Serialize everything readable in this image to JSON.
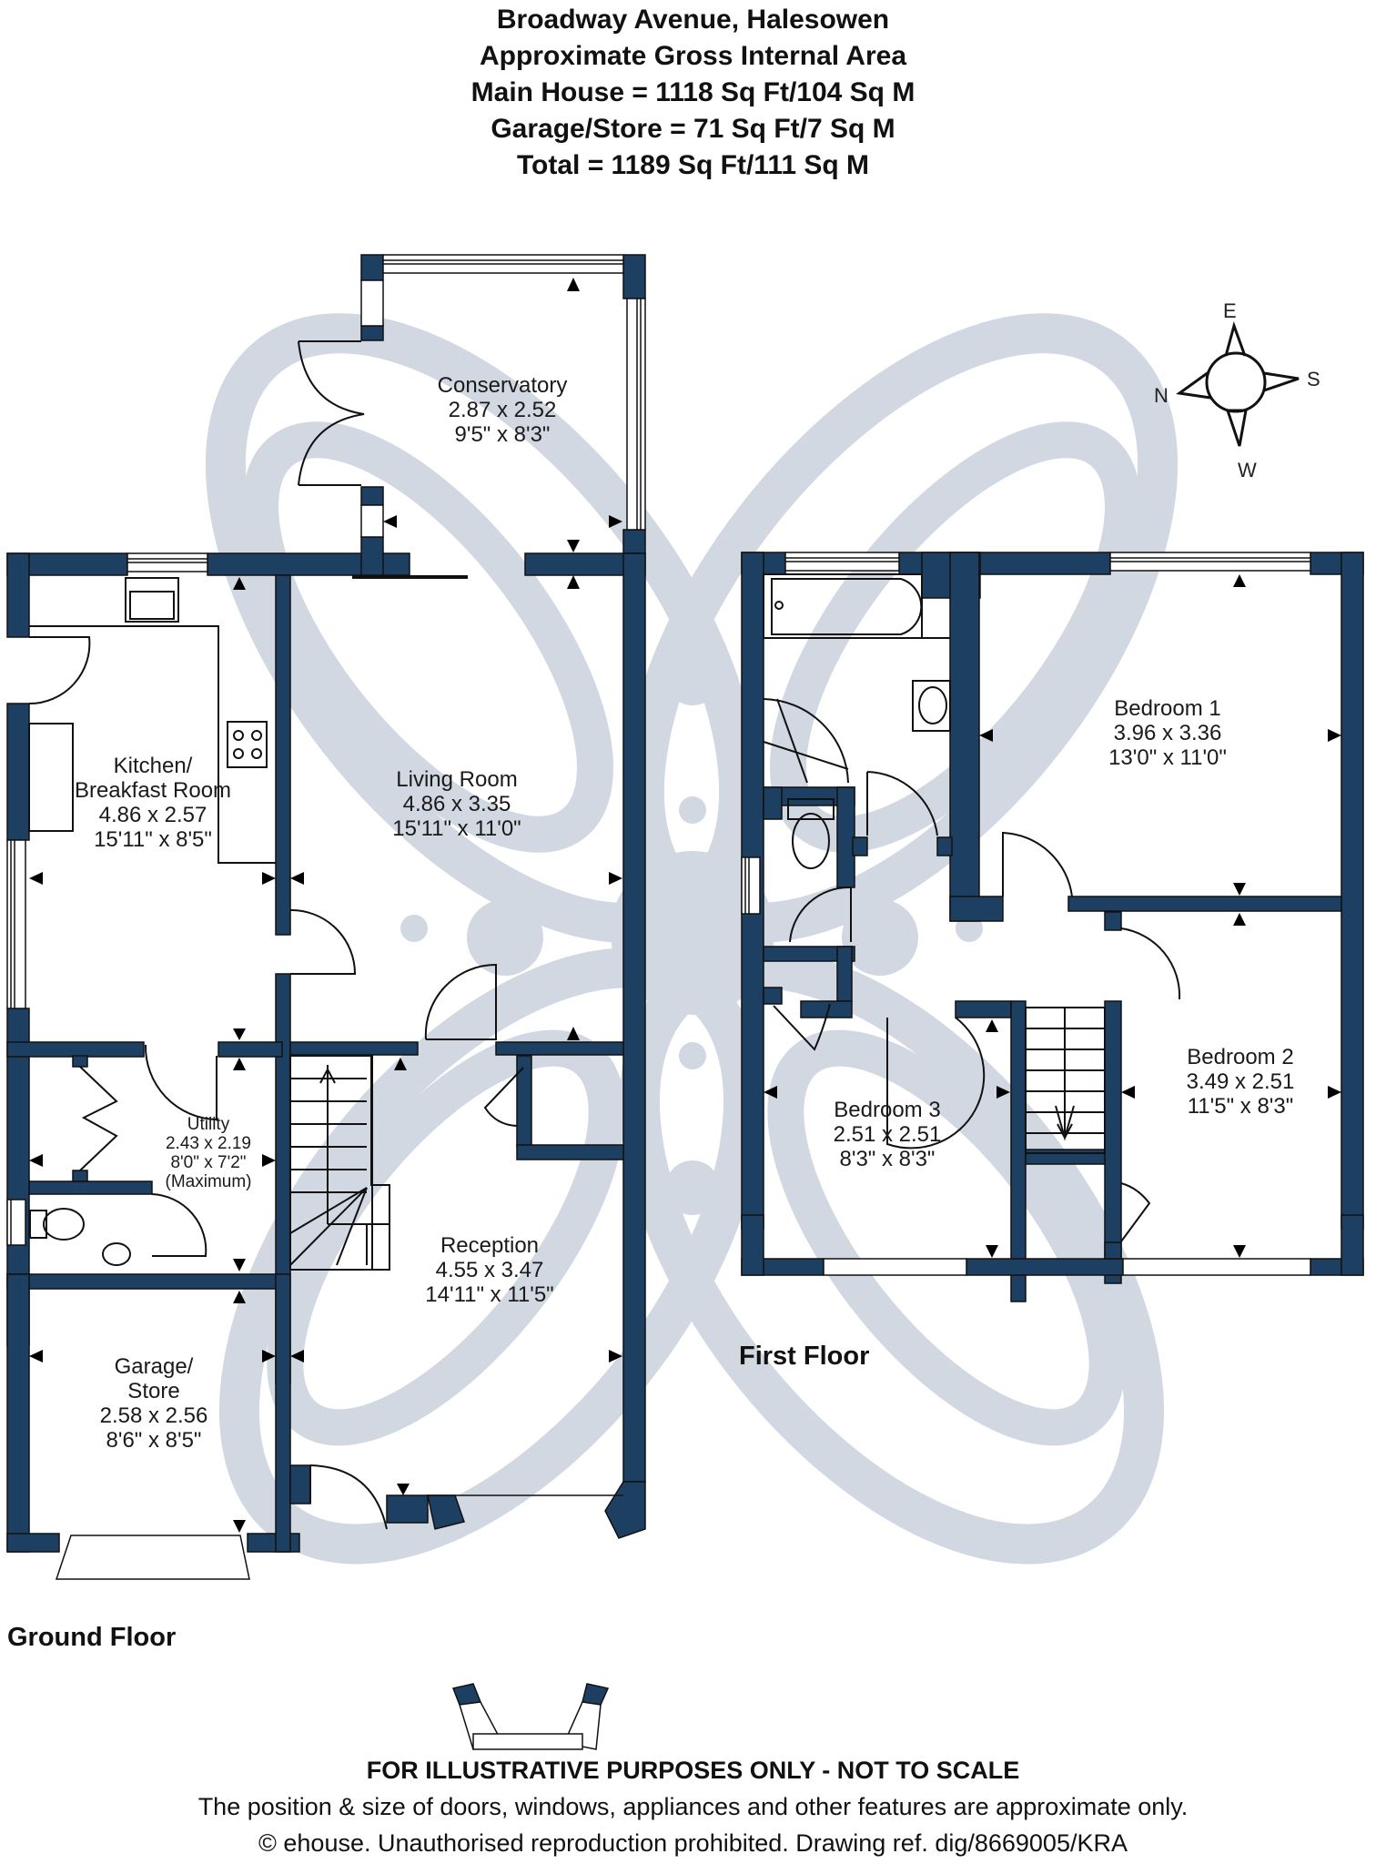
{
  "header": {
    "title": "Broadway Avenue, Halesowen",
    "subtitle": "Approximate Gross Internal Area",
    "main_house": "Main House = 1118 Sq Ft/104 Sq M",
    "garage_store": "Garage/Store = 71 Sq Ft/7 Sq M",
    "total": "Total = 1189 Sq Ft/111 Sq M"
  },
  "colors": {
    "wall": "#1c3f62",
    "watermark": "#d1d8e1",
    "background": "#ffffff",
    "text": "#111111"
  },
  "ground_floor": {
    "label": "Ground Floor",
    "rooms": [
      {
        "name": "Conservatory",
        "metric": "2.87 x 2.52",
        "imperial": "9'5\" x 8'3\""
      },
      {
        "name": "Kitchen/",
        "name2": "Breakfast Room",
        "metric": "4.86 x 2.57",
        "imperial": "15'11\" x 8'5\""
      },
      {
        "name": "Living Room",
        "metric": "4.86 x 3.35",
        "imperial": "15'11\" x 11'0\""
      },
      {
        "name": "Utility",
        "metric": "2.43 x 2.19",
        "imperial": "8'0\" x 7'2\"",
        "note": "(Maximum)"
      },
      {
        "name": "Reception",
        "metric": "4.55 x 3.47",
        "imperial": "14'11\" x 11'5\""
      },
      {
        "name": "Garage/",
        "name2": "Store",
        "metric": "2.58 x 2.56",
        "imperial": "8'6\" x 8'5\""
      }
    ]
  },
  "first_floor": {
    "label": "First Floor",
    "rooms": [
      {
        "name": "Bedroom 1",
        "metric": "3.96 x 3.36",
        "imperial": "13'0\" x 11'0\""
      },
      {
        "name": "Bedroom 2",
        "metric": "3.49 x 2.51",
        "imperial": "11'5\" x 8'3\""
      },
      {
        "name": "Bedroom 3",
        "metric": "2.51 x 2.51",
        "imperial": "8'3\" x 8'3\""
      }
    ]
  },
  "compass": {
    "top": "E",
    "right": "S",
    "bottom": "W",
    "left": "N"
  },
  "footer": {
    "disclaimer": "FOR ILLUSTRATIVE PURPOSES ONLY - NOT TO SCALE",
    "note": "The position & size of doors, windows, appliances and other features are approximate only.",
    "copyright": "© ehouse. Unauthorised reproduction prohibited. Drawing ref. dig/8669005/KRA"
  }
}
